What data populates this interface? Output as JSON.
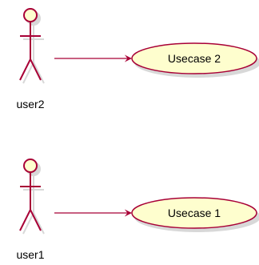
{
  "diagram": {
    "type": "use-case",
    "actors": [
      {
        "id": "user2",
        "label": "user2"
      },
      {
        "id": "user1",
        "label": "user1"
      }
    ],
    "usecases": [
      {
        "id": "uc2",
        "label": "Usecase 2"
      },
      {
        "id": "uc1",
        "label": "Usecase 1"
      }
    ],
    "associations": [
      {
        "from": "user2",
        "to": "uc2"
      },
      {
        "from": "user1",
        "to": "uc1"
      }
    ]
  },
  "colors": {
    "actor_fill": "#FEFECE",
    "actor_stroke": "#A80036",
    "usecase_fill": "#FEFECE",
    "usecase_stroke": "#A80036",
    "arrow": "#A80036",
    "shadow": "#D8D8D8",
    "text": "#000000"
  }
}
